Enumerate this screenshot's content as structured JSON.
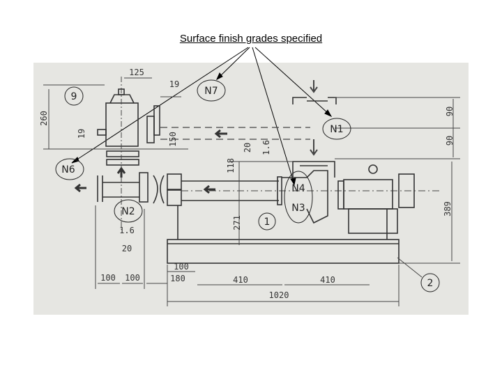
{
  "title": "Surface finish grades specified",
  "drawing": {
    "nozzles": [
      "N1",
      "N2",
      "N3",
      "N4",
      "N6",
      "N7"
    ],
    "items": [
      "9",
      "1",
      "2"
    ],
    "dimensions": {
      "d125": "125",
      "d19a": "19",
      "d260": "260",
      "d19b": "19",
      "d150": "150",
      "d90a": "90",
      "d90b": "90",
      "d20a": "20",
      "d16a": "1.6",
      "d118": "118",
      "d271": "271",
      "d389": "389",
      "d16b": "1.6",
      "d20b": "20",
      "d100a": "100",
      "d100b": "100",
      "d100c": "100",
      "d180": "180",
      "d410a": "410",
      "d410b": "410",
      "d1020": "1020"
    }
  }
}
